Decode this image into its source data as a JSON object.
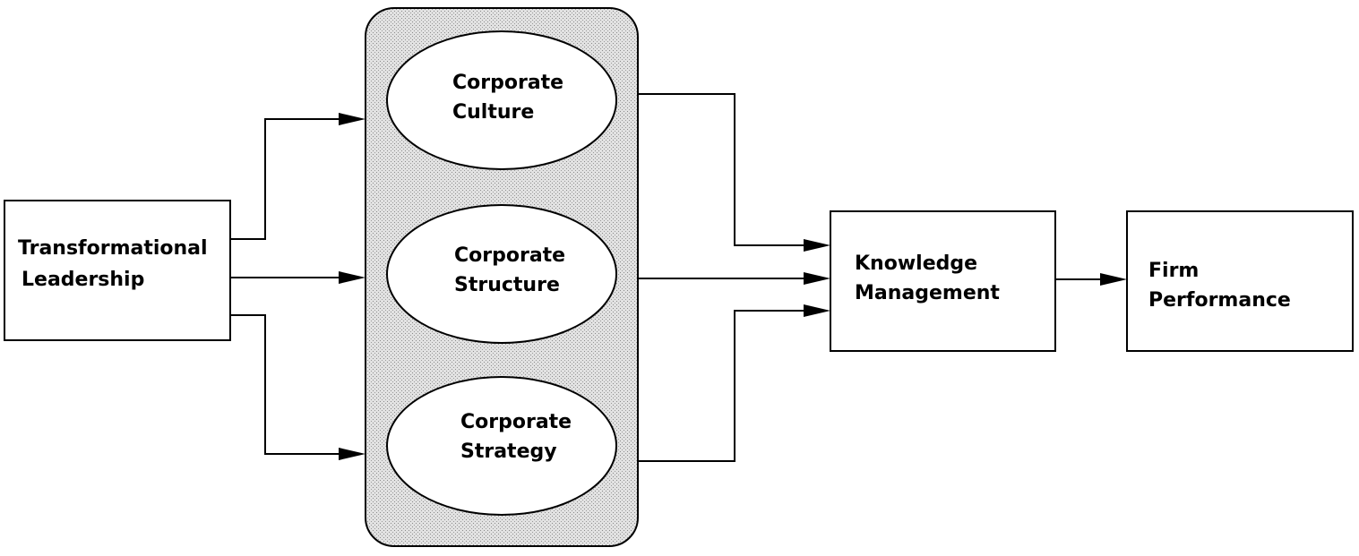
{
  "nodes": {
    "transformational_leadership": {
      "line1": "Transformational",
      "line2": "Leadership"
    },
    "corporate_culture": {
      "line1": "Corporate",
      "line2": "Culture"
    },
    "corporate_structure": {
      "line1": "Corporate",
      "line2": "Structure"
    },
    "corporate_strategy": {
      "line1": "Corporate",
      "line2": "Strategy"
    },
    "knowledge_management": {
      "line1": "Knowledge",
      "line2": "Management"
    },
    "firm_performance": {
      "line1": "Firm",
      "line2": "Performance"
    }
  },
  "edges": [
    {
      "from": "Transformational Leadership",
      "to": "Corporate Culture"
    },
    {
      "from": "Transformational Leadership",
      "to": "Corporate Structure"
    },
    {
      "from": "Transformational Leadership",
      "to": "Corporate Strategy"
    },
    {
      "from": "Corporate Culture",
      "to": "Knowledge Management"
    },
    {
      "from": "Corporate Structure",
      "to": "Knowledge Management"
    },
    {
      "from": "Corporate Strategy",
      "to": "Knowledge Management"
    },
    {
      "from": "Knowledge Management",
      "to": "Firm Performance"
    }
  ],
  "colors": {
    "stroke": "#000000",
    "box_fill": "#ffffff",
    "group_fill": "#d4d4d4",
    "background": "#ffffff"
  }
}
